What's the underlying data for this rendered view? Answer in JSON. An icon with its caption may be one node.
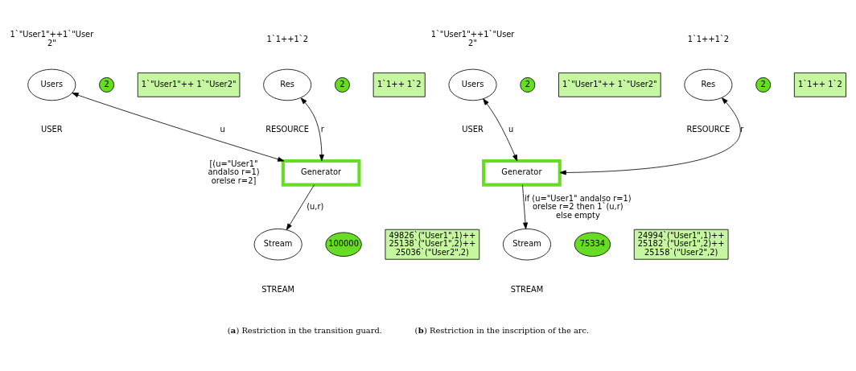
{
  "diagram": {
    "nodes": [
      {
        "text": [
          "Users"
        ],
        "beside": [
          "1`\"User1\"++1`\"User2\"",
          "USER"
        ]
      },
      {
        "text": [
          "2"
        ]
      },
      {
        "text": [
          "1`\"User1\"++ 1`\"User2\""
        ]
      },
      {
        "text": [
          "Res"
        ],
        "beside": [
          "1`1++1`2",
          "RESOURCE"
        ]
      },
      {
        "text": [
          "2"
        ]
      },
      {
        "text": [
          "1`1++ 1`2"
        ]
      },
      {
        "text": [
          "Generator"
        ],
        "beside": [
          "[(u=\"User1\" andalso r=1) orelse r=2]"
        ]
      },
      {
        "text": [
          "Stream"
        ],
        "beside": [
          "STREAM"
        ]
      },
      {
        "text": [
          "100000"
        ]
      },
      {
        "text": [
          "49826`(\"User1\",1)++ 25138`(\"User1\",2)++ 25036`(\"User2\",2)"
        ]
      },
      {
        "text": [
          "Users"
        ],
        "beside": [
          "1`\"User1\"++1`\"User2\"",
          "USER"
        ]
      },
      {
        "text": [
          "2"
        ]
      },
      {
        "text": [
          "1`\"User1\"++ 1`\"User2\""
        ]
      },
      {
        "text": [
          "Res"
        ],
        "beside": [
          "1`1++1`2",
          "RESOURCE"
        ]
      },
      {
        "text": [
          "2"
        ]
      },
      {
        "text": [
          "1`1++ 1`2"
        ]
      },
      {
        "text": [
          "Generator"
        ]
      },
      {
        "text": [
          "Stream"
        ],
        "beside": [
          "STREAM"
        ]
      },
      {
        "text": [
          "75334"
        ]
      },
      {
        "text": [
          "24994`(\"User1\",1)++ 25182`(\"User1\",2)++ 25158`(\"User2\",2)"
        ]
      }
    ],
    "edges": [
      {
        "from": 0,
        "to": 6,
        "arrow": "both",
        "label": "u"
      },
      {
        "from": 3,
        "to": 6,
        "arrow": "both",
        "label": "r"
      },
      {
        "from": 6,
        "to": 7,
        "arrow": "to",
        "label": "(u,r)"
      },
      {
        "from": 10,
        "to": 16,
        "arrow": "both",
        "label": "u"
      },
      {
        "from": 13,
        "to": 16,
        "arrow": "both",
        "label": "r"
      },
      {
        "from": 16,
        "to": 17,
        "arrow": "to",
        "label": "if (u=\"User1\" andalso r=1) orelse r=2 then 1`(u,r) else empty"
      }
    ],
    "labels": [
      "(**a**) Restriction in the transition guard.",
      "(**b**) Restriction in the inscription of the arc."
    ]
  }
}
